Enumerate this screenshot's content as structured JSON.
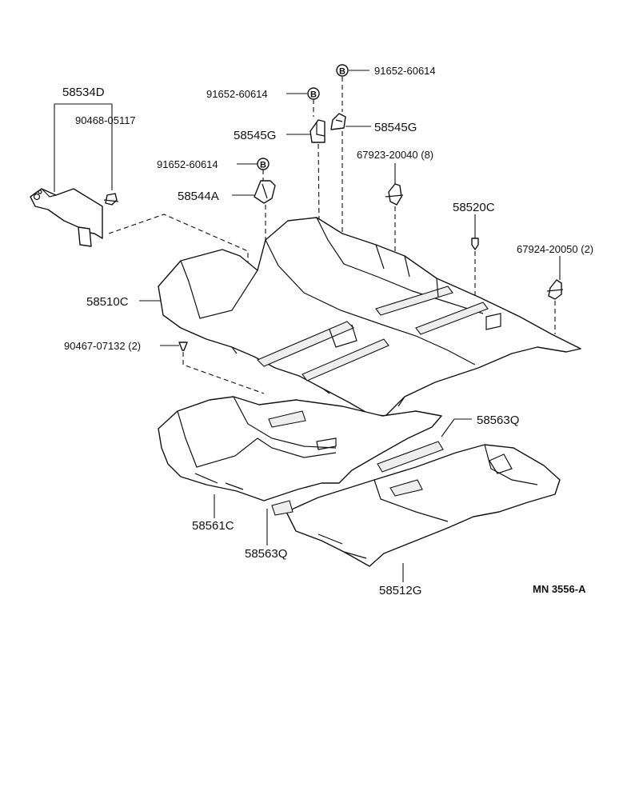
{
  "labels": {
    "p58534D": "58534D",
    "p90468": "90468-05117",
    "p91652_top": "91652-60614",
    "p91652_mid": "91652-60614",
    "p91652_low": "91652-60614",
    "p58545G_left": "58545G",
    "p58545G_right": "58545G",
    "p67923": "67923-20040 (8)",
    "p58544A": "58544A",
    "p58520C": "58520C",
    "p67924": "67924-20050 (2)",
    "p58510C": "58510C",
    "p90467": "90467-07132 (2)",
    "p58563Q_right": "58563Q",
    "p58561C": "58561C",
    "p58563Q_bottom": "58563Q",
    "p58512G": "58512G",
    "diagram_code": "MN 3556-A"
  },
  "bolt_markers": {
    "b1": "B",
    "b2": "B",
    "b3": "B"
  }
}
